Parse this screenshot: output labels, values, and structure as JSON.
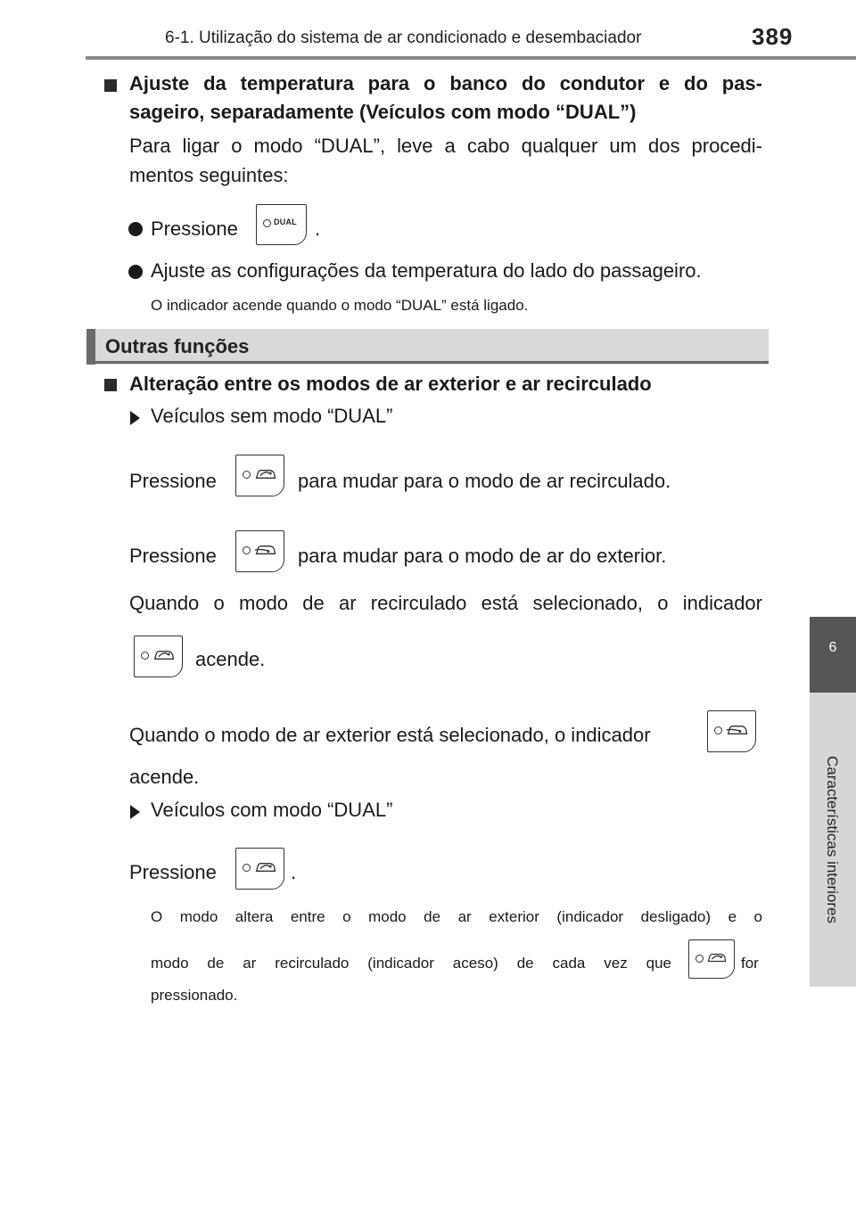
{
  "header": {
    "section_title": "6-1. Utilização do sistema de ar condicionado e desembaciador",
    "page_number": "389"
  },
  "side_tab": {
    "chapter_number": "6",
    "chapter_label": "Características interiores"
  },
  "dual_section": {
    "heading_line1": "Ajuste da temperatura para o banco do condutor e do pas-",
    "heading_line2": "sageiro, separadamente (Veículos com modo “DUAL”)",
    "intro_line1": "Para ligar o modo “DUAL”, leve a cabo qualquer um dos procedi-",
    "intro_line2": "mentos seguintes:",
    "bullet1_prefix": "Pressione",
    "bullet1_suffix": ".",
    "bullet2": "Ajuste as configurações da temperatura do lado do passageiro.",
    "note": "O indicador acende quando o modo “DUAL” está ligado.",
    "dual_button_label": "DUAL"
  },
  "other_functions": {
    "bar_title": "Outras funções",
    "heading": "Alteração entre os modos de ar exterior e ar recirculado",
    "sub1": "Veículos sem modo “DUAL”",
    "line_recirc_prefix": "Pressione",
    "line_recirc_suffix": "para mudar para o modo de ar recirculado.",
    "line_outside_prefix": "Pressione",
    "line_outside_suffix": "para mudar para o modo de ar do exterior.",
    "recirc_indicator_line1": "Quando o modo de ar recirculado está selecionado, o indicador",
    "recirc_indicator_line2": "acende.",
    "outside_indicator_line1": "Quando o modo de ar exterior está selecionado, o indicador",
    "outside_indicator_line2": "acende.",
    "sub2": "Veículos com modo “DUAL”",
    "dual_press_prefix": "Pressione",
    "dual_press_suffix": ".",
    "note_line1": "O modo altera entre o modo de ar exterior (indicador desligado) e o",
    "note_line2_prefix": "modo de ar recirculado (indicador aceso) de cada vez que",
    "note_line2_suffix": "for",
    "note_line3": "pressionado."
  },
  "icons": {
    "recirc": "air-recirculation-icon",
    "outside": "outside-air-icon",
    "toggle": "air-intake-toggle-icon"
  }
}
